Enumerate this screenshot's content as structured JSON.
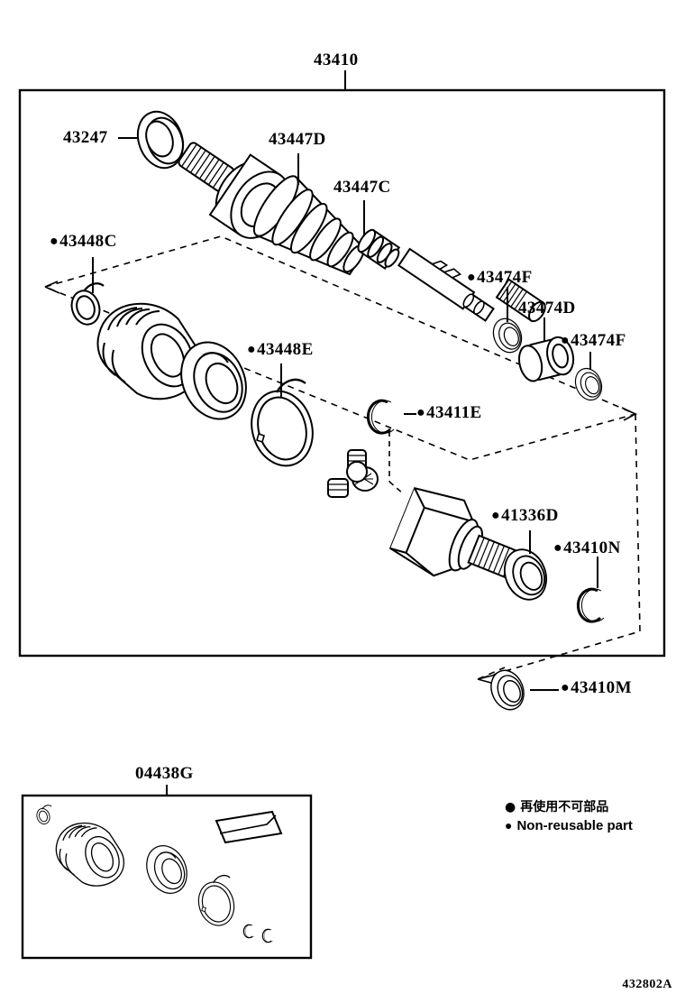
{
  "diagram": {
    "corner_code": "432802A",
    "main_group_label": "43410",
    "kit_group_label": "04438G"
  },
  "legend": {
    "japanese": "再使用不可部品",
    "english": "Non-reusable part"
  },
  "callouts": [
    {
      "id": "43247",
      "text": "43247",
      "nonreusable": false
    },
    {
      "id": "43447D",
      "text": "43447D",
      "nonreusable": false
    },
    {
      "id": "43447C",
      "text": "43447C",
      "nonreusable": false
    },
    {
      "id": "43448C",
      "text": "43448C",
      "nonreusable": true
    },
    {
      "id": "43448E",
      "text": "43448E",
      "nonreusable": true
    },
    {
      "id": "43474F1",
      "text": "43474F",
      "nonreusable": true
    },
    {
      "id": "43474D",
      "text": "43474D",
      "nonreusable": false
    },
    {
      "id": "43474F2",
      "text": "43474F",
      "nonreusable": true
    },
    {
      "id": "43411E",
      "text": "43411E",
      "nonreusable": true
    },
    {
      "id": "41336D",
      "text": "41336D",
      "nonreusable": true
    },
    {
      "id": "43410N",
      "text": "43410N",
      "nonreusable": true
    },
    {
      "id": "43410M",
      "text": "43410M",
      "nonreusable": true
    }
  ]
}
